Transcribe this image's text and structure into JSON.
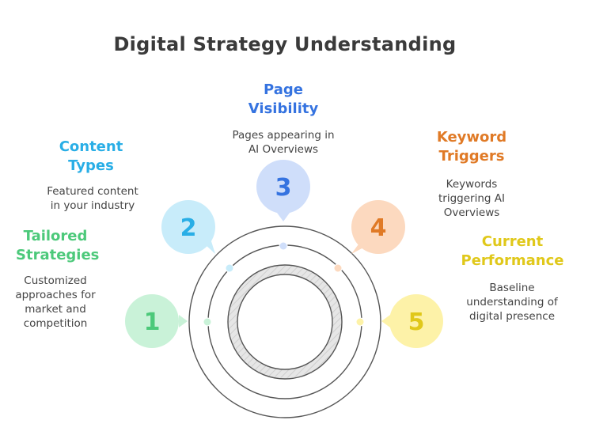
{
  "title": "Digital Strategy Understanding",
  "steps": [
    {
      "number": "1",
      "heading": [
        "Tailored",
        "Strategies"
      ],
      "description": [
        "Customized",
        "approaches for",
        "market and",
        "competition"
      ],
      "color": "#4cc97a",
      "fill": "#c9f2d8"
    },
    {
      "number": "2",
      "heading": [
        "Content",
        "Types"
      ],
      "description": [
        "Featured content",
        "in your industry"
      ],
      "color": "#29aee6",
      "fill": "#c8ecfa"
    },
    {
      "number": "3",
      "heading": [
        "Page",
        "Visibility"
      ],
      "description": [
        "Pages appearing in",
        "AI Overviews"
      ],
      "color": "#3573e0",
      "fill": "#cfdefa"
    },
    {
      "number": "4",
      "heading": [
        "Keyword",
        "Triggers"
      ],
      "description": [
        "Keywords",
        "triggering AI",
        "Overviews"
      ],
      "color": "#e07a26",
      "fill": "#fcd9bf"
    },
    {
      "number": "5",
      "heading": [
        "Current",
        "Performance"
      ],
      "description": [
        "Baseline",
        "understanding of",
        "digital presence"
      ],
      "color": "#e0c81a",
      "fill": "#fdf2a8"
    }
  ]
}
